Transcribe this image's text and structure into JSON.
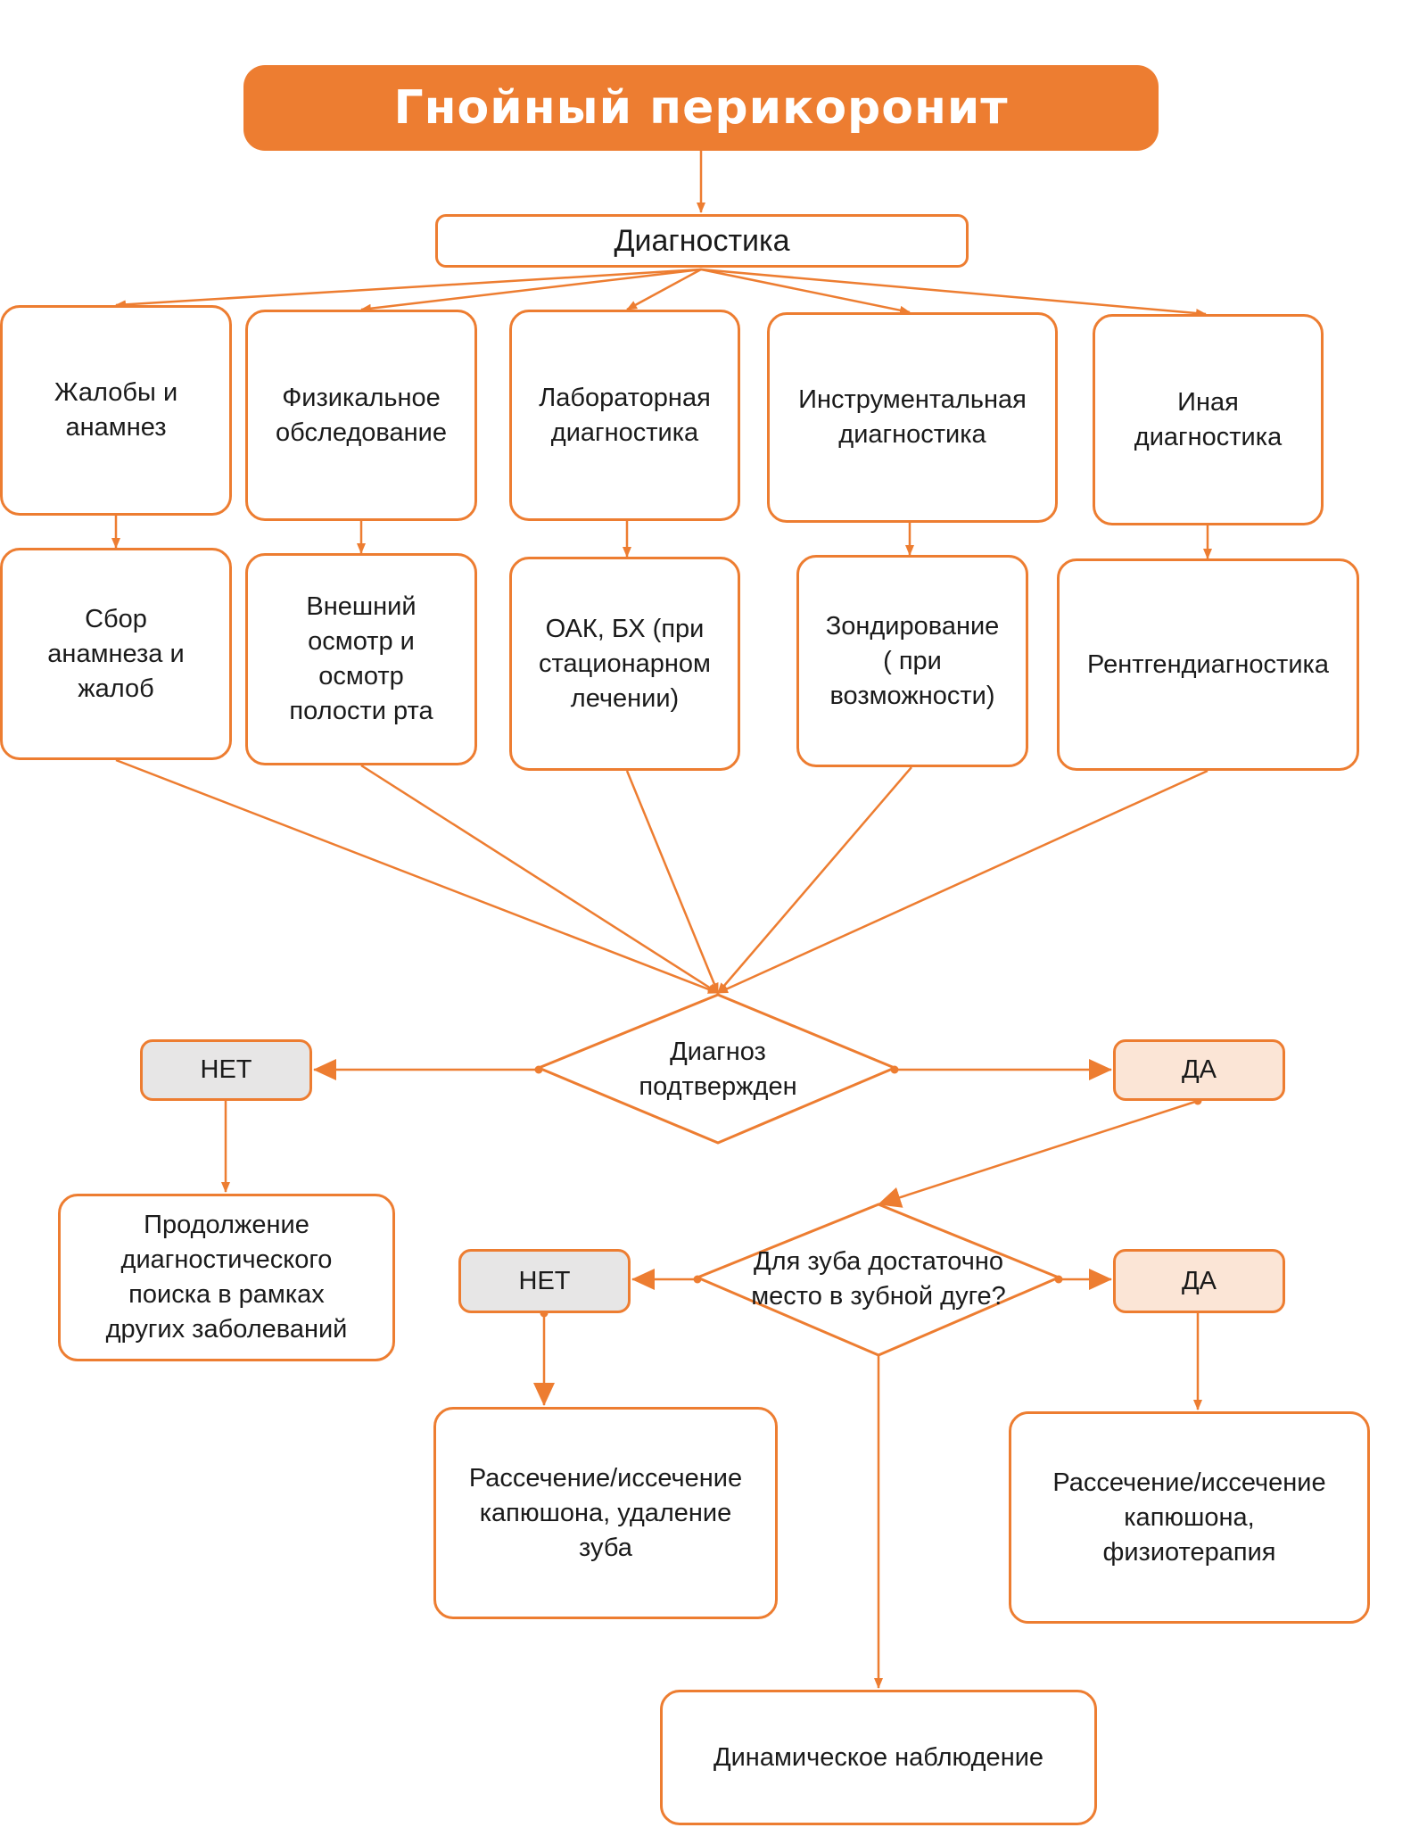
{
  "title": "Гнойный перикоронит",
  "diagnostics": "Диагностика",
  "categories": [
    "Жалобы и\nанамнез",
    "Физикальное\nобследование",
    "Лабораторная\nдиагностика",
    "Инструментальная\nдиагностика",
    "Иная\nдиагностика"
  ],
  "methods": [
    "Сбор\nанамнеза и\nжалоб",
    "Внешний\nосмотр и\nосмотр\nполости рта",
    "ОАК, БХ (при\nстационарном\nлечении)",
    "Зондирование\n( при\nвозможности)",
    "Рентгендиагностика"
  ],
  "decision1": "Диагноз\nподтвержден",
  "decision1_no": "НЕТ",
  "decision1_yes": "ДА",
  "continue_search": "Продолжение\nдиагностического\nпоиска в рамках\nдругих заболеваний",
  "decision2": "Для зуба достаточно\nместо в зубной дуге?",
  "decision2_no": "НЕТ",
  "decision2_yes": "ДА",
  "treatment_no": "Рассечение/иссечение\nкапюшона, удаление\nзуба",
  "treatment_yes": "Рассечение/иссечение\nкапюшона,\nфизиотерапия",
  "observation": "Динамическое наблюдение",
  "colors": {
    "accent": "#ED7D31",
    "no_fill": "#E7E6E6",
    "yes_fill": "#FBE5D6"
  }
}
